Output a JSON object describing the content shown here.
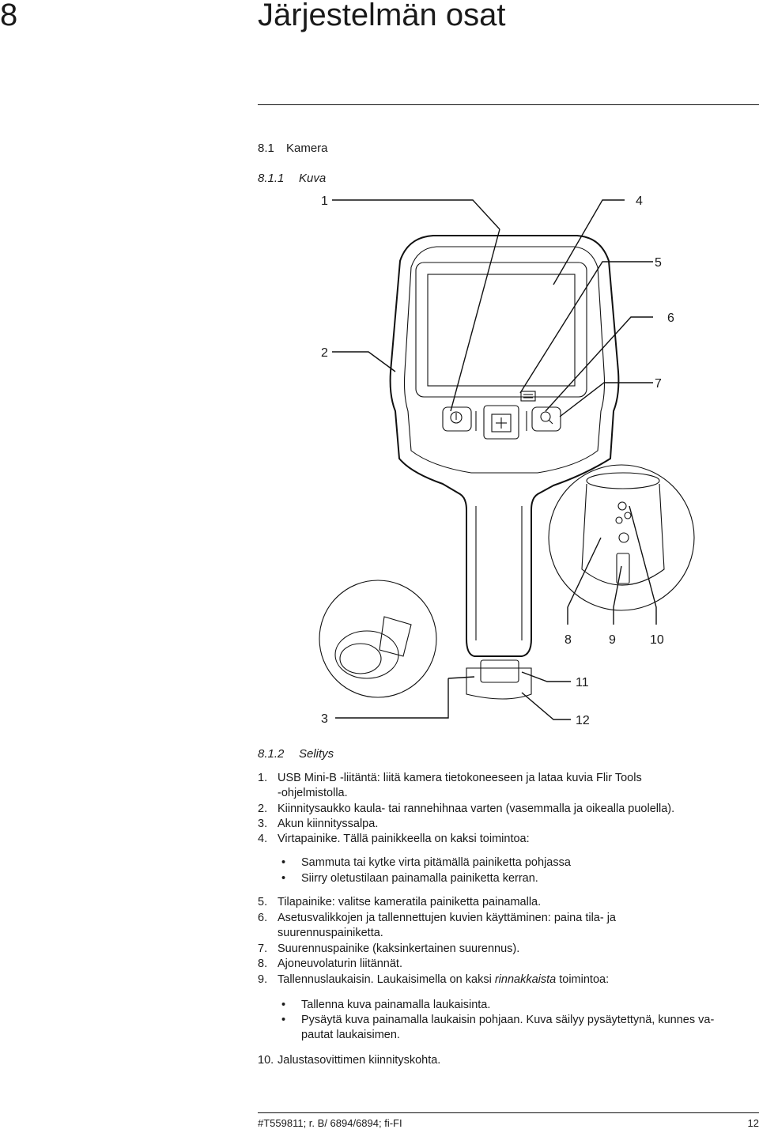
{
  "chapter": {
    "number": "8",
    "title": "Järjestelmän osat"
  },
  "sections": {
    "s1_num": "8.1",
    "s1_title": "Kamera",
    "s2_num": "8.1.1",
    "s2_title": "Kuva",
    "s3_num": "8.1.2",
    "s3_title": "Selitys"
  },
  "figure": {
    "callouts": [
      "1",
      "2",
      "3",
      "4",
      "5",
      "6",
      "7",
      "8",
      "9",
      "10",
      "11",
      "12"
    ]
  },
  "legend": {
    "item1": {
      "n": "1.",
      "line1": "USB Mini-B -liitäntä: liitä kamera tietokoneeseen ja lataa kuvia Flir Tools",
      "line2": "-ohjelmistolla."
    },
    "item2": {
      "n": "2.",
      "text": "Kiinnitysaukko kaula- tai rannehihnaa varten (vasemmalla ja oikealla puolella)."
    },
    "item3": {
      "n": "3.",
      "text": "Akun kiinnityssalpa."
    },
    "item4": {
      "n": "4.",
      "text": "Virtapainike. Tällä painikkeella on kaksi toimintoa:"
    },
    "item4_bullets": [
      "Sammuta tai kytke virta pitämällä painiketta pohjassa",
      "Siirry oletustilaan painamalla painiketta kerran."
    ],
    "item5": {
      "n": "5.",
      "text": "Tilapainike: valitse kameratila painiketta painamalla."
    },
    "item6": {
      "n": "6.",
      "line1": "Asetusvalikkojen ja tallennettujen kuvien käyttäminen: paina tila- ja",
      "line2": "suurennuspainiketta."
    },
    "item7": {
      "n": "7.",
      "text": "Suurennuspainike (kaksinkertainen suurennus)."
    },
    "item8": {
      "n": "8.",
      "text": "Ajoneuvolaturin liitännät."
    },
    "item9": {
      "n": "9.",
      "text_a": "Tallennuslaukaisin. Laukaisimella on kaksi ",
      "text_em": "rinnakkaista",
      "text_b": " toimintoa:"
    },
    "item9_bullets": [
      "Tallenna kuva painamalla laukaisinta.",
      "Pysäytä kuva painamalla laukaisin pohjaan. Kuva säilyy pysäytettynä, kunnes va-",
      "pautat laukaisimen."
    ],
    "item10": {
      "n": "10.",
      "text": "Jalustasovittimen kiinnityskohta."
    },
    "bullet_char": "•"
  },
  "footer": {
    "doc": "#T559811; r. B/ 6894/6894; fi-FI",
    "page": "12"
  }
}
